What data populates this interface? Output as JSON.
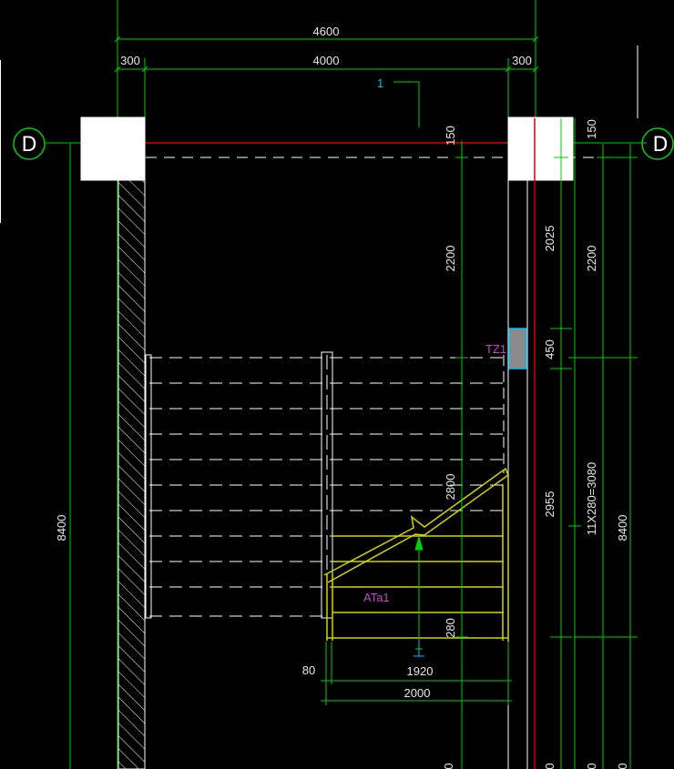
{
  "colors": {
    "background": "#000000",
    "dimension": "#00d000",
    "wall": "#ffffff",
    "axis_line": "#d00000",
    "stair": "#d4d400",
    "tag": "#cc44cc",
    "section_mark": "#00c0ff",
    "column_fill": "#8a8a8a"
  },
  "grid_axes": {
    "left_label": "D",
    "right_label": "D"
  },
  "top_dimensions": {
    "overall": "4600",
    "left_wall": "300",
    "clear_span": "4000",
    "right_wall": "300"
  },
  "section_mark": "1",
  "column_tag": "TZ1",
  "flight_tag": "ATa1",
  "right_dimensions": {
    "slab_thickness": "150",
    "inner_a": "2025",
    "outer_a": "2200",
    "column_depth": "450",
    "inner_b": "2955",
    "steps_formula": "11X280=3080",
    "overall_height": "8400"
  },
  "middle_dimensions": {
    "upper": "2200",
    "lower": "2800",
    "top_slab": "150"
  },
  "left_dimension": "8400",
  "step_width": "280",
  "bottom_dimensions": {
    "offset": "80",
    "flight_length": "1920",
    "overall": "2000"
  },
  "edge_zeros": [
    "0",
    "0",
    "0",
    "0"
  ]
}
